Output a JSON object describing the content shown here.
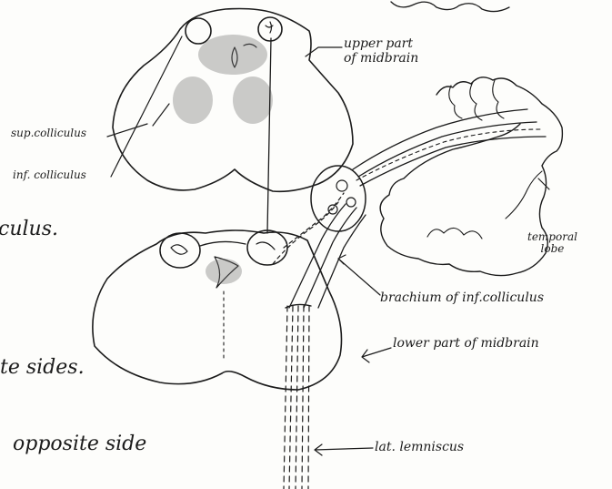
{
  "labels": {
    "top_fragment": "...",
    "upper_part": "upper part\nof midbrain",
    "sup_colliculus": "sup.colliculus",
    "inf_colliculus": "inf. colliculus",
    "temporal_lobe": "temporal\nlobe",
    "brachium": "brachium of inf.colliculus",
    "lower_part": "lower part of midbrain",
    "lat_lemniscus": "lat. lemniscus",
    "left_fragment_1": "culus.",
    "left_fragment_2": "te sides.",
    "left_fragment_3": "opposite side"
  }
}
